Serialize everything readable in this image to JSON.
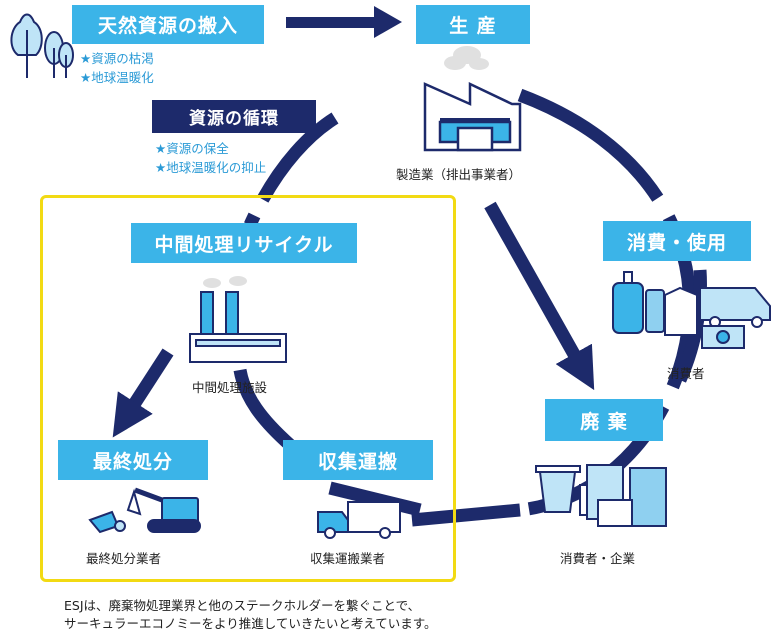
{
  "labels": {
    "resource_input": "天然資源の搬入",
    "production": "生 産",
    "resource_cycle": "資源の循環",
    "consumption": "消費・使用",
    "disposal": "廃 棄",
    "intermediate_recycle": "中間処理リサイクル",
    "final_disposal": "最終処分",
    "collection": "収集運搬"
  },
  "notes": {
    "input_notes": [
      "★資源の枯渇",
      "★地球温暖化"
    ],
    "cycle_notes": [
      "★資源の保全",
      "★地球温暖化の抑止"
    ]
  },
  "captions": {
    "manufacturer": "製造業（排出事業者）",
    "consumer": "消費者",
    "consumer_company": "消費者・企業",
    "intermediate_facility": "中間処理施設",
    "final_disposal_company": "最終処分業者",
    "collection_company": "収集運搬業者"
  },
  "footer": {
    "line1": "ESJは、廃棄物処理業界と他のステークホルダーを繋ぐことで、",
    "line2": "サーキュラーエコノミーをより推進していきたいと考えています。"
  },
  "icons": {
    "trees": "trees-icon",
    "factory": "factory-icon",
    "consumer_goods": "consumer-goods-icon",
    "waste_goods": "waste-appliances-icon",
    "incinerator": "incinerator-facility-icon",
    "excavator": "excavator-icon",
    "truck": "truck-icon"
  },
  "colors": {
    "navy": "#1d2a6b",
    "cyan": "#3bb4e8",
    "note_blue": "#2a9ad6",
    "highlight_yellow": "#f2da13"
  }
}
